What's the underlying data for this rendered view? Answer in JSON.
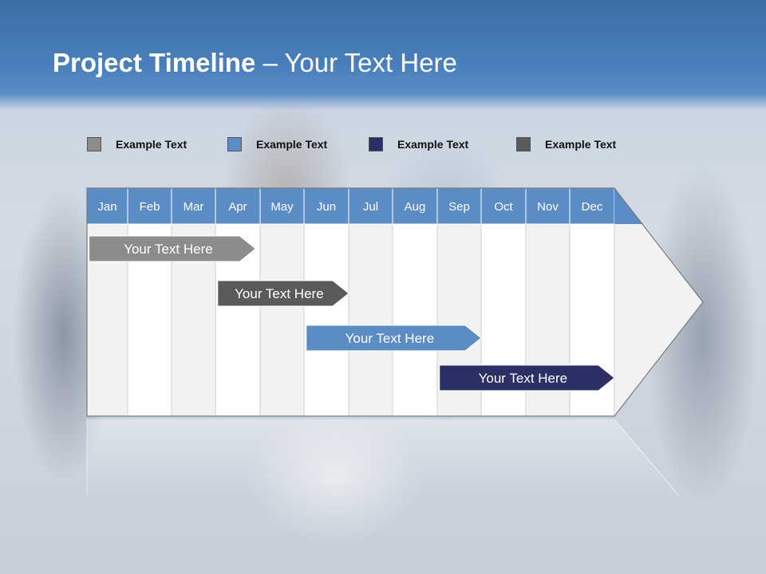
{
  "title": {
    "bold": "Project Timeline",
    "rest": " – Your Text Here"
  },
  "legend": [
    {
      "label": "Example Text",
      "color": "#8c8c8c"
    },
    {
      "label": "Example Text",
      "color": "#5b8cc6"
    },
    {
      "label": "Example Text",
      "color": "#2b2f66"
    },
    {
      "label": "Example Text",
      "color": "#5a5a5a"
    }
  ],
  "months": [
    "Jan",
    "Feb",
    "Mar",
    "Apr",
    "May",
    "Jun",
    "Jul",
    "Aug",
    "Sep",
    "Oct",
    "Nov",
    "Dec"
  ],
  "colors": {
    "header": "#5b8cc6",
    "col_light": "#f2f2f2",
    "col_white": "#ffffff",
    "outline": "#7a7a7a"
  },
  "tasks": [
    {
      "label": "Your  Text Here",
      "start": 0.05,
      "end": 3.9,
      "color": "#8c8c8c"
    },
    {
      "label": "Your  Text Here",
      "start": 3.05,
      "end": 6.0,
      "color": "#5a5a5a"
    },
    {
      "label": "Your  Text Here",
      "start": 5.05,
      "end": 9.0,
      "color": "#5b8cc6"
    },
    {
      "label": "Your  Text Here",
      "start": 8.05,
      "end": 12.0,
      "color": "#2b2f66"
    }
  ]
}
